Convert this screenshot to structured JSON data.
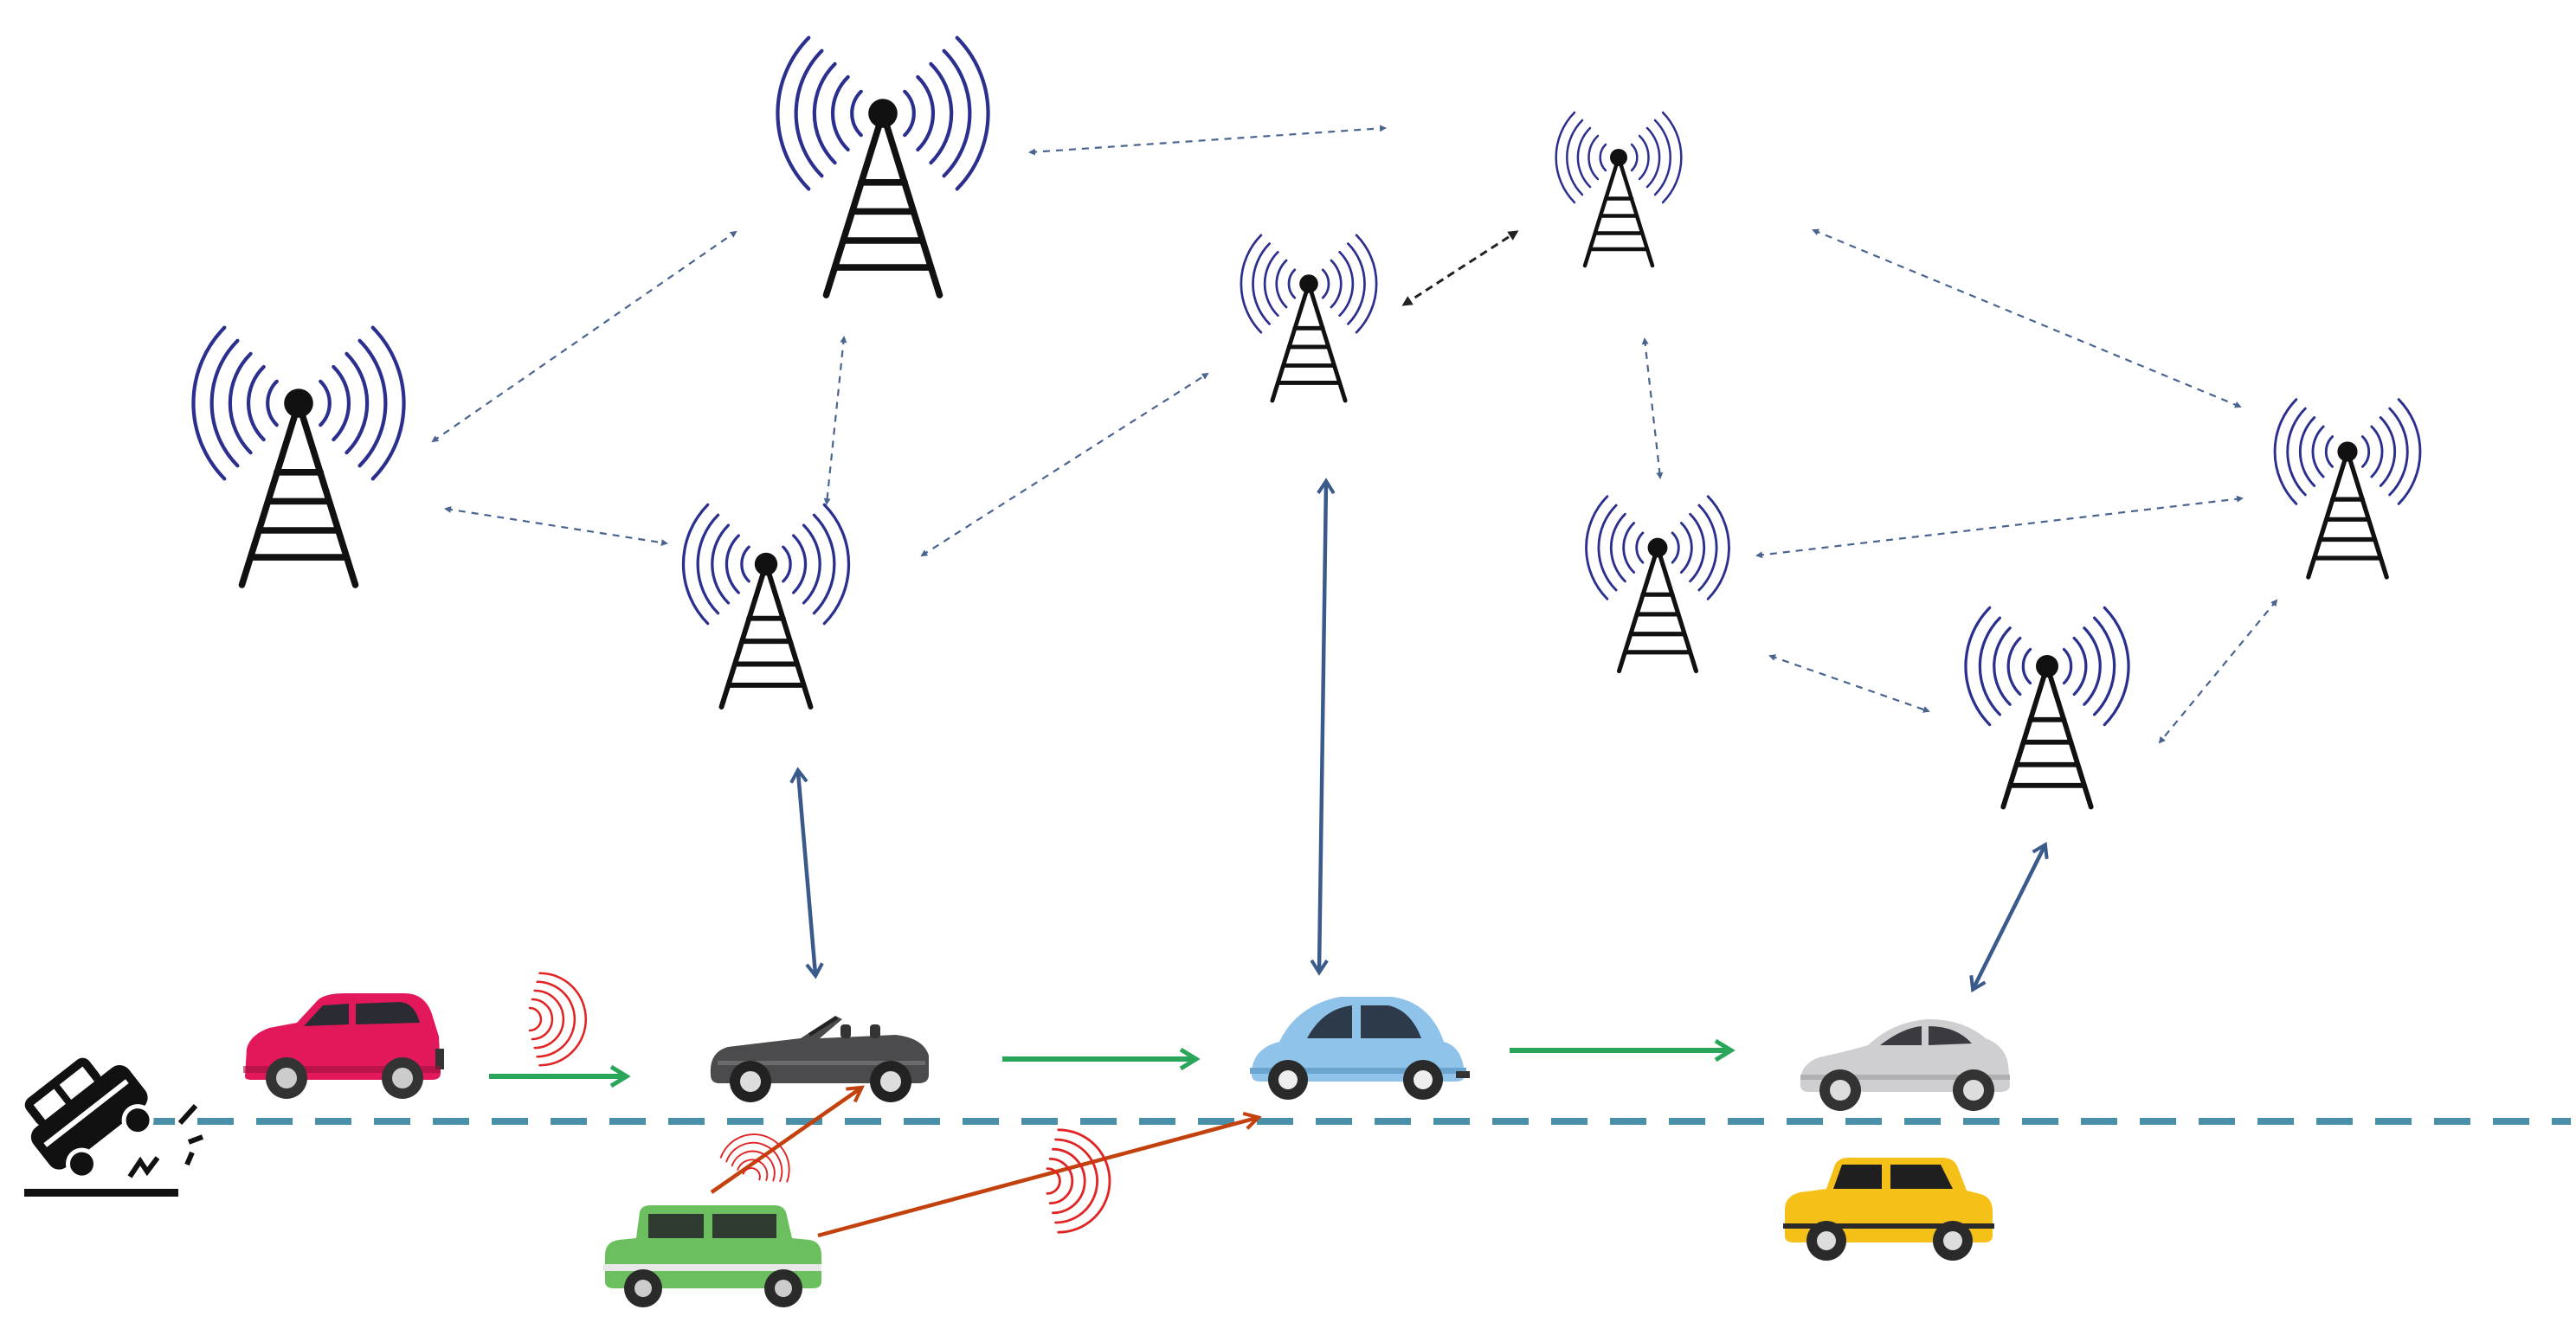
{
  "colors": {
    "tower_waves": "#2b2f8e",
    "tower_body": "#111111",
    "v2i_link": "#3b5a8c",
    "i2i_link": "#4a6490",
    "i2i_link_dark": "#222222",
    "v2v_link": "#2aa65a",
    "warning_link": "#c2410c",
    "signal_waves": "#e02424",
    "road_line": "#4a8fa8"
  },
  "icons": {
    "tower": "radio-tower-icon",
    "crash": "overturned-car-icon",
    "car_red": "red-hatchback-car-icon",
    "car_convertible": "gray-convertible-car-icon",
    "car_beetle": "blue-beetle-car-icon",
    "car_silver": "silver-coupe-car-icon",
    "car_green": "green-mini-car-icon",
    "car_yellow": "yellow-mini-car-icon"
  },
  "nodes": {
    "towers": [
      {
        "id": "tower-a"
      },
      {
        "id": "tower-b"
      },
      {
        "id": "tower-c"
      },
      {
        "id": "tower-d"
      },
      {
        "id": "tower-e"
      },
      {
        "id": "tower-f"
      },
      {
        "id": "tower-g"
      },
      {
        "id": "tower-h"
      }
    ],
    "vehicles": [
      {
        "id": "car-red"
      },
      {
        "id": "car-convertible"
      },
      {
        "id": "car-beetle"
      },
      {
        "id": "car-silver"
      },
      {
        "id": "car-green"
      },
      {
        "id": "car-yellow"
      }
    ]
  },
  "links": {
    "infrastructure": [
      [
        "tower-a",
        "tower-b"
      ],
      [
        "tower-a",
        "tower-c"
      ],
      [
        "tower-b",
        "tower-c"
      ],
      [
        "tower-b",
        "cloud"
      ],
      [
        "tower-c",
        "tower-d"
      ],
      [
        "tower-d",
        "tower-e"
      ],
      [
        "tower-e",
        "tower-f"
      ],
      [
        "tower-e",
        "tower-g"
      ],
      [
        "tower-f",
        "tower-g"
      ],
      [
        "tower-f",
        "tower-h"
      ],
      [
        "tower-g",
        "tower-h"
      ]
    ],
    "vehicle_to_infrastructure": [
      [
        "tower-c",
        "car-convertible"
      ],
      [
        "tower-d",
        "car-beetle"
      ],
      [
        "tower-h",
        "car-silver"
      ]
    ],
    "vehicle_to_vehicle": [
      [
        "car-red",
        "car-convertible"
      ],
      [
        "car-convertible",
        "car-beetle"
      ],
      [
        "car-beetle",
        "car-silver"
      ]
    ],
    "warning": [
      [
        "car-green",
        "car-convertible"
      ],
      [
        "car-green",
        "car-beetle"
      ]
    ]
  }
}
